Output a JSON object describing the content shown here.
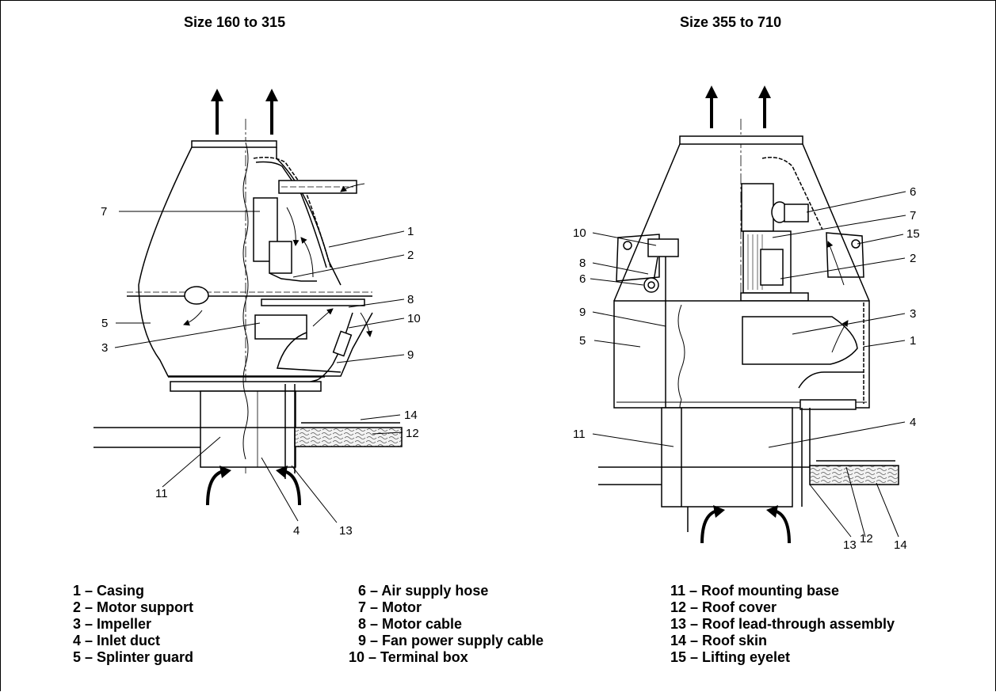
{
  "titles": {
    "left": "Size 160 to 315",
    "right": "Size 355 to 710"
  },
  "left_callouts": [
    "1",
    "2",
    "3",
    "4",
    "5",
    "7",
    "8",
    "9",
    "10",
    "11",
    "12",
    "13",
    "14"
  ],
  "right_callouts": [
    "1",
    "2",
    "3",
    "4",
    "5",
    "6",
    "7",
    "8",
    "9",
    "10",
    "11",
    "12",
    "13",
    "14",
    "15"
  ],
  "legend": {
    "col1": [
      "1 – Casing",
      "2 – Motor support",
      "3 – Impeller",
      "4 – Inlet duct",
      "5 – Splinter guard"
    ],
    "col2": [
      "6 – Air supply hose",
      "7 – Motor",
      "8 – Motor cable",
      "9 – Fan power supply cable",
      "10 – Terminal box"
    ],
    "col3": [
      "11 – Roof mounting base",
      "12 – Roof cover",
      "13 – Roof lead-through assembly",
      "14 – Roof skin",
      "15 – Lifting eyelet"
    ]
  }
}
